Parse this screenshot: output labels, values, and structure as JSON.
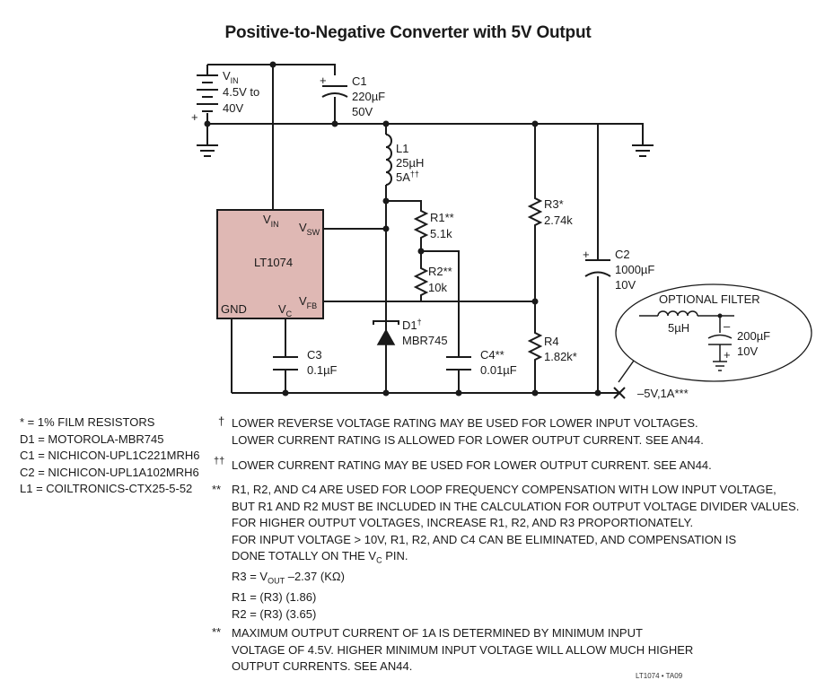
{
  "title": "Positive-to-Negative Converter with 5V Output",
  "schematic": {
    "vin_label": {
      "main": "V",
      "sub": "IN"
    },
    "vin_range": [
      "4.5V to",
      "40V"
    ],
    "battery_plus": "+",
    "c1": [
      "C1",
      "220µF",
      "50V"
    ],
    "c1_plus": "+",
    "l1": [
      "L1",
      "25µH",
      "5A"
    ],
    "l1_mark": "††",
    "ic_name": "LT1074",
    "pin_vin": {
      "main": "V",
      "sub": "IN"
    },
    "pin_vsw": {
      "main": "V",
      "sub": "SW"
    },
    "pin_vfb": {
      "main": "V",
      "sub": "FB"
    },
    "pin_gnd": "GND",
    "pin_vc": {
      "main": "V",
      "sub": "C"
    },
    "r1": [
      "R1**",
      "5.1k"
    ],
    "r2": [
      "R2**",
      "10k"
    ],
    "r3": [
      "R3*",
      "2.74k"
    ],
    "r4": [
      "R4",
      "1.82k*"
    ],
    "c2": [
      "C2",
      "1000µF",
      "10V"
    ],
    "c2_plus": "+",
    "c3": [
      "C3",
      "0.1µF"
    ],
    "c4": [
      "C4**",
      "0.01µF"
    ],
    "d1": [
      "D1",
      "MBR745"
    ],
    "d1_mark": "†",
    "output": "–5V,1A***",
    "filter_title": "OPTIONAL FILTER",
    "filter_l": "5µH",
    "filter_c": [
      "200µF",
      "10V"
    ],
    "filter_minus": "–",
    "filter_plus": "+"
  },
  "definitions": [
    "*  = 1% FILM RESISTORS",
    "D1 = MOTOROLA-MBR745",
    "C1 = NICHICON-UPL1C221MRH6",
    "C2 = NICHICON-UPL1A102MRH6",
    "L1 = COILTRONICS-CTX25-5-52"
  ],
  "notes": {
    "n1_mark": "†",
    "n1": [
      "LOWER REVERSE VOLTAGE RATING MAY BE USED FOR LOWER INPUT VOLTAGES.",
      "LOWER CURRENT RATING IS ALLOWED FOR LOWER OUTPUT CURRENT. SEE AN44."
    ],
    "n2_mark": "††",
    "n2": [
      "LOWER CURRENT RATING MAY BE USED FOR LOWER OUTPUT CURRENT. SEE AN44."
    ],
    "n3_mark": "**",
    "n3": [
      "R1, R2, AND C4 ARE USED FOR LOOP FREQUENCY COMPENSATION WITH LOW INPUT VOLTAGE,",
      "BUT R1 AND R2 MUST BE INCLUDED IN THE CALCULATION FOR OUTPUT VOLTAGE DIVIDER VALUES.",
      "FOR HIGHER OUTPUT VOLTAGES, INCREASE R1, R2, AND R3 PROPORTIONATELY.",
      "FOR INPUT VOLTAGE > 10V, R1, R2, AND C4 CAN BE ELIMINATED, AND COMPENSATION IS"
    ],
    "n3_vc": {
      "pre": "DONE TOTALLY ON THE V",
      "sub": "C",
      "post": " PIN."
    },
    "n3_eq1": {
      "pre": "R3 = V",
      "sub": "OUT",
      "post": " –2.37 (KΩ)"
    },
    "n3_eq2": "R1 = (R3) (1.86)",
    "n3_eq3": "R2 = (R3) (3.65)",
    "n4_mark": "**",
    "n4": [
      "MAXIMUM OUTPUT CURRENT OF 1A IS DETERMINED BY MINIMUM INPUT",
      "VOLTAGE OF 4.5V. HIGHER MINIMUM INPUT VOLTAGE WILL ALLOW MUCH HIGHER",
      "OUTPUT CURRENTS. SEE AN44."
    ]
  },
  "figure_tag": "LT1074 • TA09"
}
